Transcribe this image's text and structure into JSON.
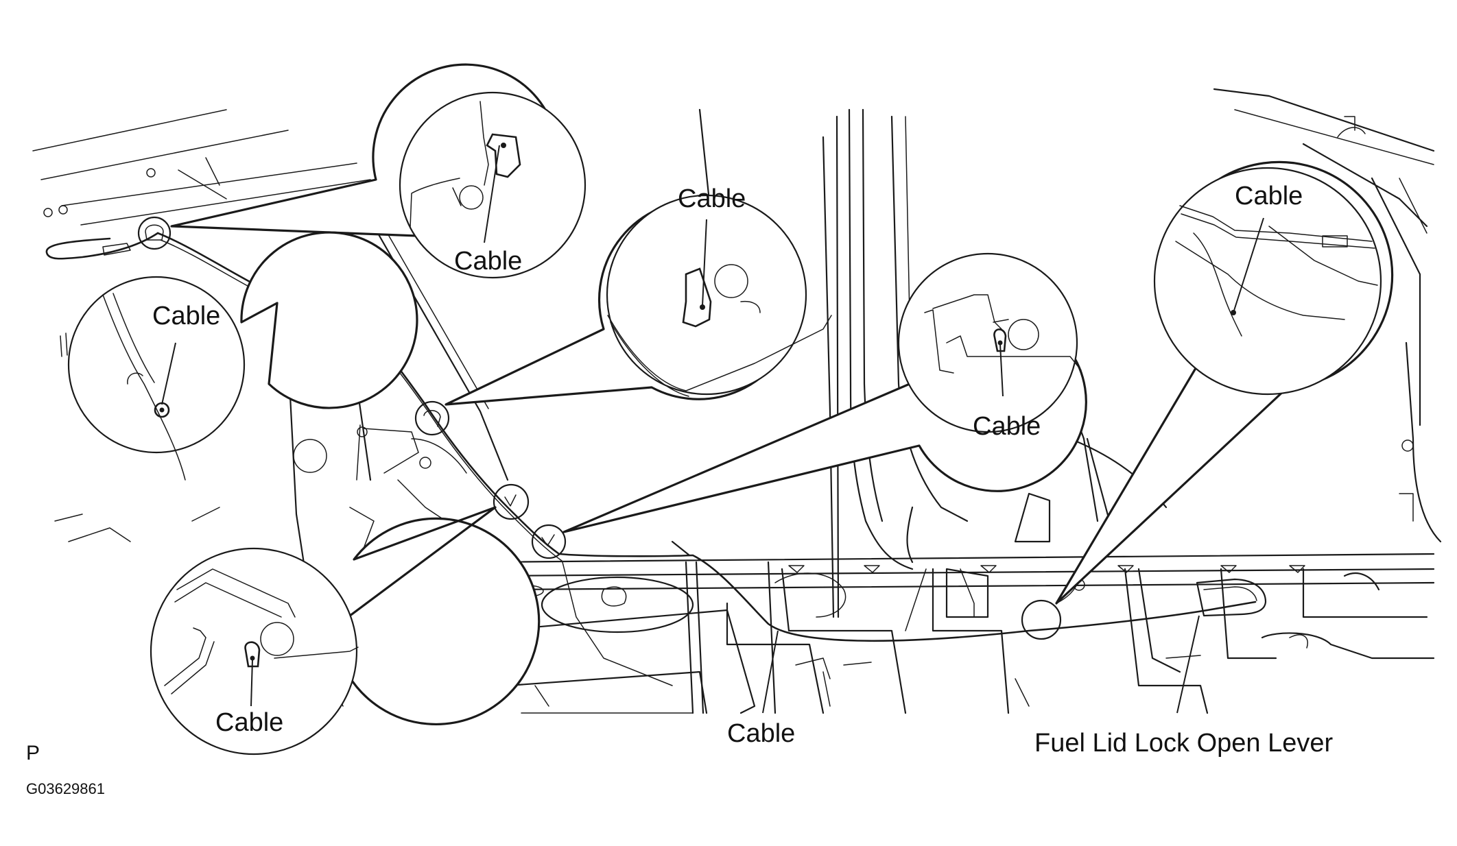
{
  "labels": {
    "cable": "Cable",
    "fuel_lid_lever": "Fuel Lid Lock Open Lever"
  },
  "view_code": "P",
  "figure_code": "G03629861"
}
